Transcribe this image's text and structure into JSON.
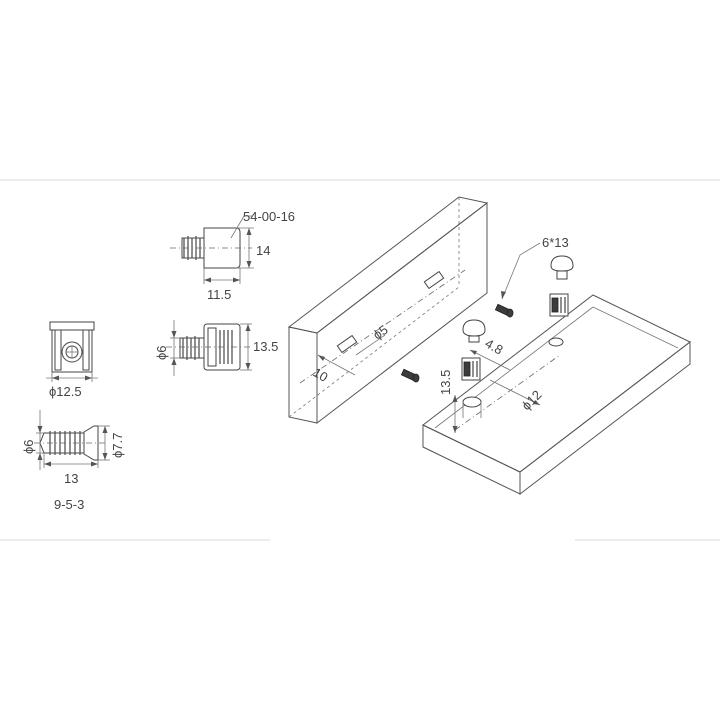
{
  "diagram": {
    "part_codes": {
      "connector": "54-00-16",
      "screw": "9-5-3",
      "cap": "6*13"
    },
    "connector_dims": {
      "height": "14",
      "length": "11.5",
      "shank_diameter": "ϕ6",
      "body_length": "13.5",
      "body_diameter": "ϕ12.5"
    },
    "screw_dims": {
      "thread_diameter": "ϕ6",
      "head_diameter": "ϕ7.7",
      "length": "13"
    },
    "assembly_dims": {
      "dowel_diameter": "ϕ5",
      "edge_offset": "10",
      "spacing": "4.8",
      "depth": "13.5",
      "bore_diameter": "ϕ12"
    }
  }
}
